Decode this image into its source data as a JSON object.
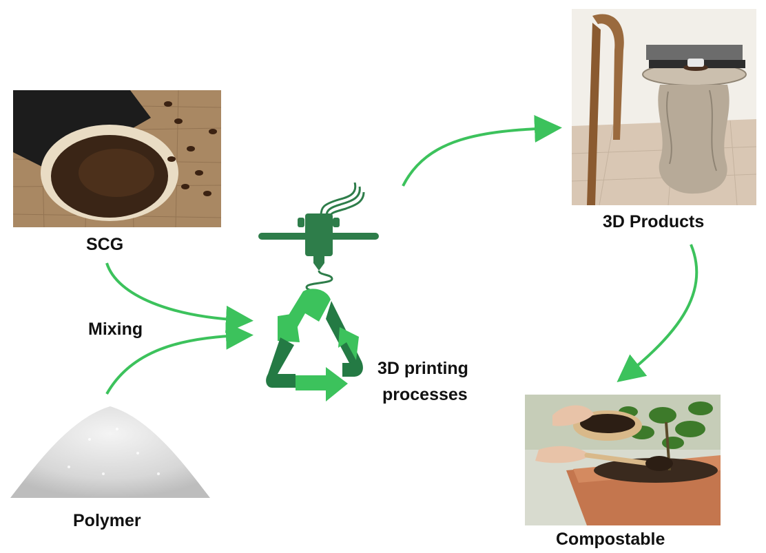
{
  "labels": {
    "scg": "SCG",
    "mixing": "Mixing",
    "polymer": "Polymer",
    "printing_line1": "3D printing",
    "printing_line2": "processes",
    "products": "3D Products",
    "compostable": "Compostable"
  },
  "colors": {
    "arrow_green": "#3cc25c",
    "printer_dark": "#2e7d4a",
    "recycle_light": "#3cc25c",
    "recycle_dark": "#247a44"
  },
  "icons": {
    "printer": "3d-printer-icon",
    "recycle": "recycle-icon"
  }
}
